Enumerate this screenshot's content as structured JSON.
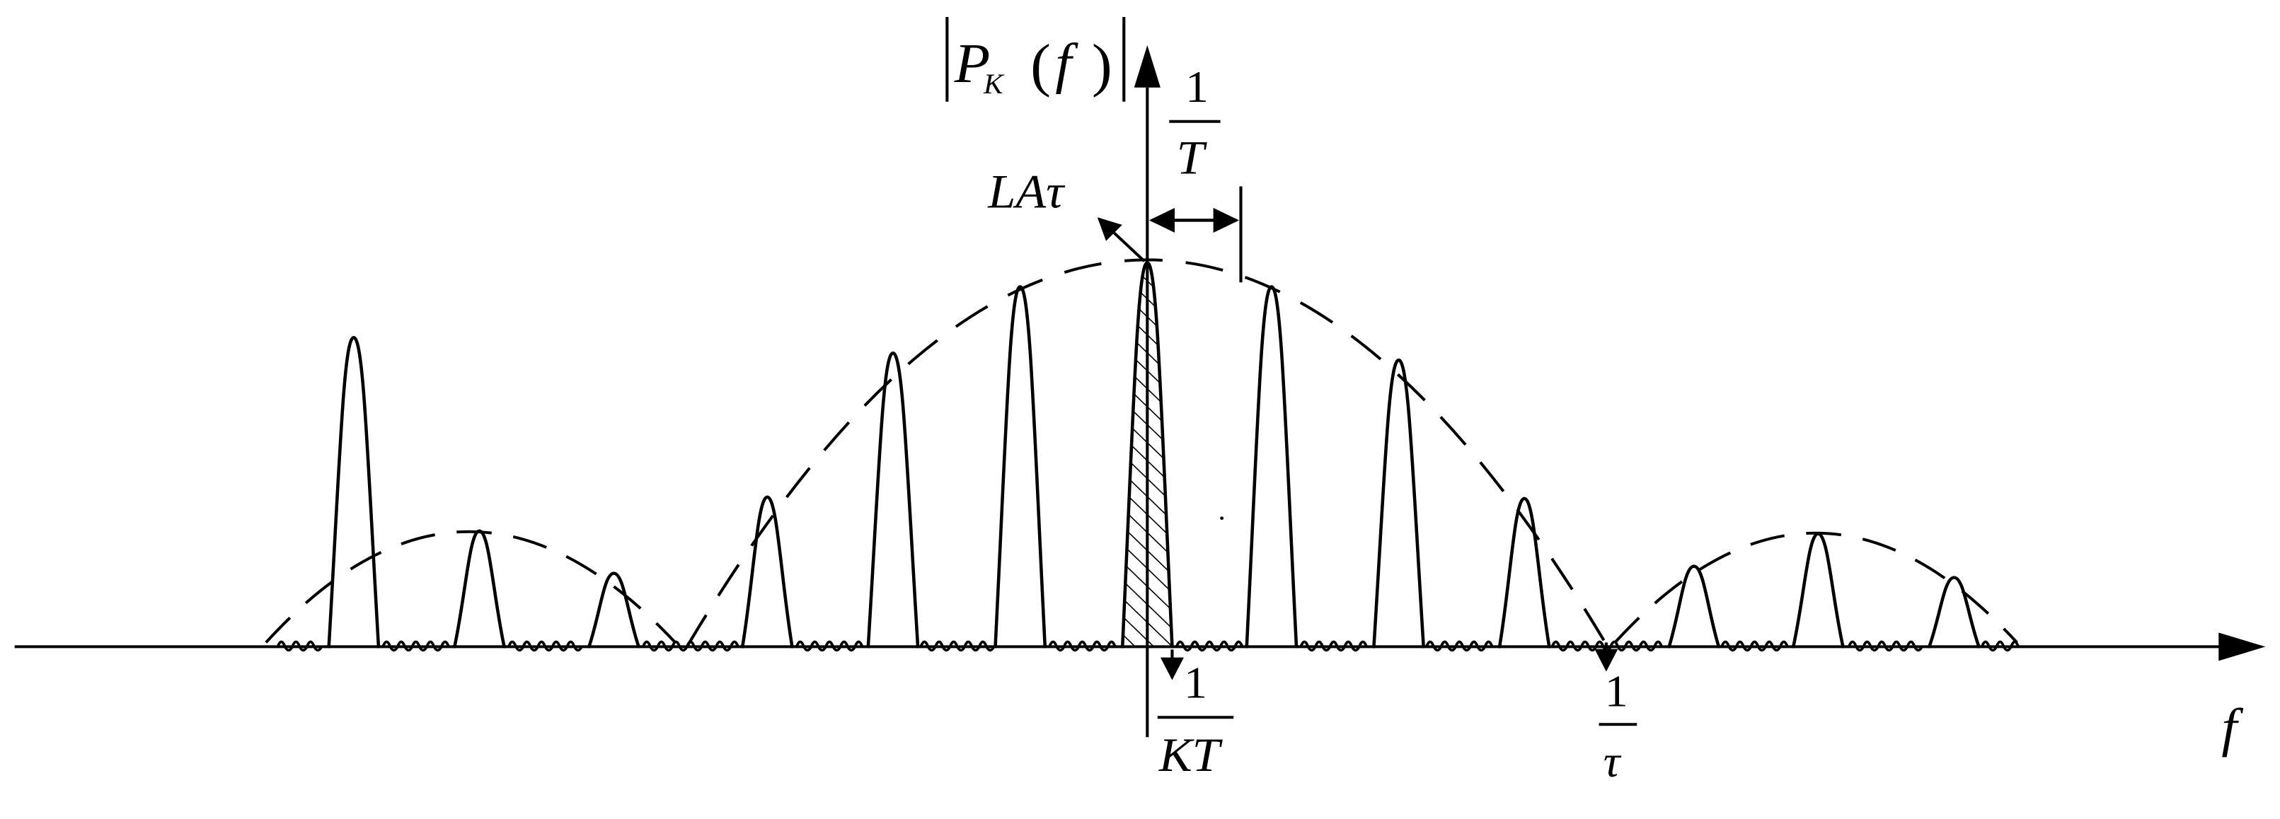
{
  "labels": {
    "y_axis_P": "P",
    "y_axis_sub": "K",
    "y_axis_arg": "f",
    "peak": "LAτ",
    "spacing_num": "1",
    "spacing_den": "T",
    "width_num": "1",
    "width_den": "KT",
    "null_num": "1",
    "null_den": "τ",
    "x_axis": "f"
  }
}
